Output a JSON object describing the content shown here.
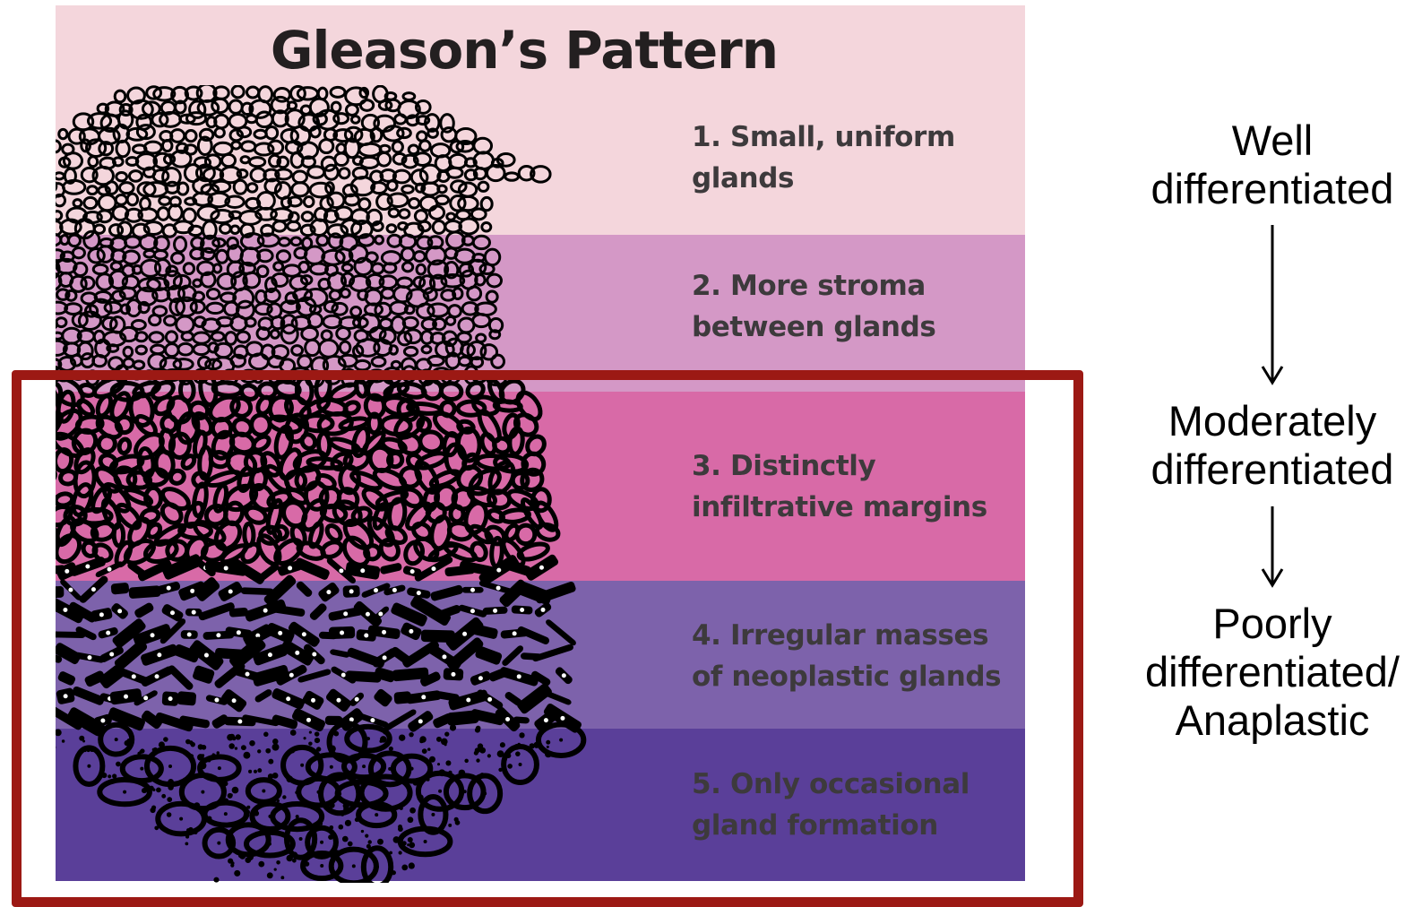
{
  "title": "Gleason’s Pattern",
  "band_colors": [
    "#f4d6dc",
    "#d498c6",
    "#d86aa7",
    "#7d62ab",
    "#5a3f99"
  ],
  "highlight_color": "#9c1914",
  "patterns": [
    {
      "lines": [
        "1. Small, uniform",
        "glands"
      ]
    },
    {
      "lines": [
        "2. More stroma",
        "between glands"
      ]
    },
    {
      "lines": [
        "3. Distinctly",
        "infiltrative margins"
      ]
    },
    {
      "lines": [
        "4. Irregular masses",
        "of neoplastic glands"
      ]
    },
    {
      "lines": [
        "5. Only occasional",
        "gland formation"
      ]
    }
  ],
  "differentiation": [
    {
      "lines": [
        "Well",
        "differentiated"
      ]
    },
    {
      "lines": [
        "Moderately",
        "differentiated"
      ]
    },
    {
      "lines": [
        "Poorly",
        "differentiated/",
        "Anaplastic"
      ]
    }
  ]
}
